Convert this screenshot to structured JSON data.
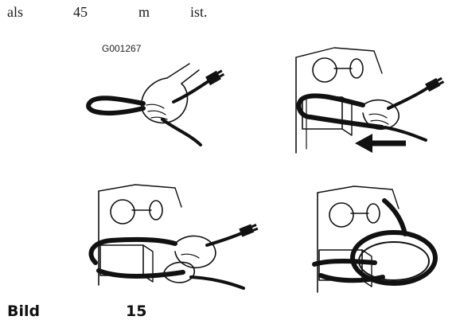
{
  "text_line": {
    "w1": "als",
    "w2": "45",
    "w3": "m",
    "w4": "ist."
  },
  "figure_code": "G001267",
  "illustrations": [
    {
      "name": "loop-cable-hand"
    },
    {
      "name": "thread-cable-through-handle-with-arrow",
      "arrow_direction": "left"
    },
    {
      "name": "hold-cable-in-handle"
    },
    {
      "name": "cable-wrapped-around-handle"
    }
  ],
  "caption": {
    "label": "Bild",
    "number": "15"
  }
}
